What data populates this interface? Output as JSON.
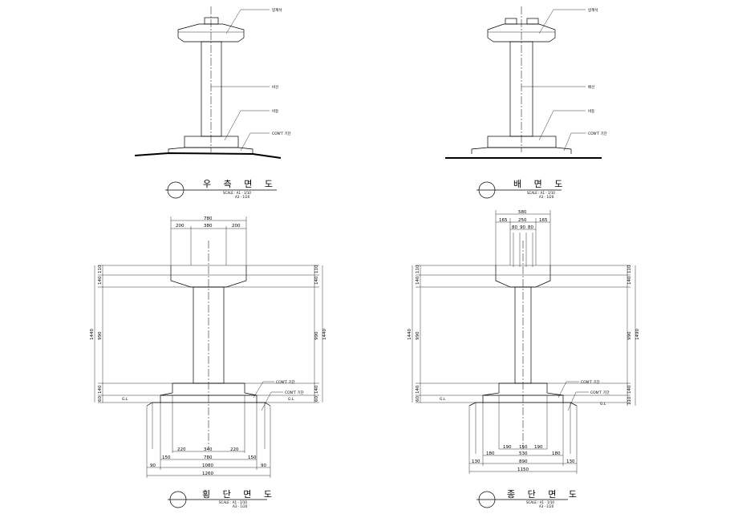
{
  "views": {
    "right_side": {
      "title": "우 측 면 도",
      "scale1": "SCALE : A1 - 1/10",
      "scale2": "A3 - 1/20",
      "notes": [
        "방계석",
        "비선",
        "비등",
        "CON'T 기단"
      ]
    },
    "back": {
      "title": "배 면 도",
      "scale1": "SCALE : A1 - 1/10",
      "scale2": "A3 - 1/20",
      "notes": [
        "방계석",
        "배선",
        "비등",
        "CON'T 기단"
      ]
    },
    "transverse": {
      "title": "횡 단 면 도",
      "scale1": "SCALE : A1 - 1/10",
      "scale2": "A3 - 1/20",
      "notes": [
        "CON'T 기단",
        "CON'T 기단"
      ],
      "gl": [
        "G.L",
        "G.L"
      ],
      "top_dims": [
        "780",
        "200",
        "380",
        "200"
      ],
      "bottom_dims": [
        "220",
        "340",
        "220",
        "150",
        "780",
        "150",
        "90",
        "1080",
        "90",
        "1260"
      ],
      "left_dims": [
        "110",
        "140",
        "1440",
        "990",
        "140",
        "60"
      ],
      "right_dims": [
        "110",
        "140",
        "1440",
        "990",
        "140",
        "60"
      ]
    },
    "longitudinal": {
      "title": "종 단 면 도",
      "scale1": "SCALE : A1 - 1/10",
      "scale2": "A3 - 1/20",
      "notes": [
        "CON'T 기단",
        "CON'T 기단"
      ],
      "gl": [
        "G.L",
        "G.L"
      ],
      "top_dims": [
        "580",
        "165",
        "250",
        "165",
        "80",
        "90",
        "80"
      ],
      "bottom_dims": [
        "190",
        "150",
        "190",
        "180",
        "530",
        "180",
        "130",
        "890",
        "130",
        "1150"
      ],
      "left_dims": [
        "110",
        "140",
        "1440",
        "990",
        "140",
        "60"
      ],
      "right_dims": [
        "110",
        "140",
        "1490",
        "990",
        "140",
        "110"
      ]
    }
  }
}
